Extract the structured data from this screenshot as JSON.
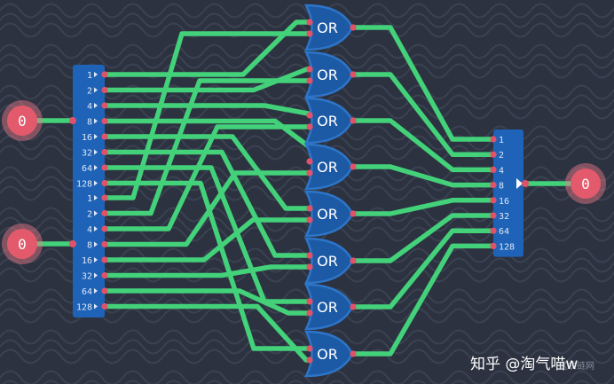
{
  "colors": {
    "background": "#2c3240",
    "pattern": "#3a4150",
    "wire": "#43d17a",
    "gate_fill": "#1d5aa6",
    "gate_stroke": "#2d75c8",
    "bus_fill": "#1e63b8",
    "pin": "#e0526a",
    "io_fill": "#e35a6c",
    "io_ring": "#f07c8a"
  },
  "input_a": {
    "value": "0"
  },
  "input_b": {
    "value": "0"
  },
  "output": {
    "value": "0"
  },
  "split_a": {
    "bits": [
      "1",
      "2",
      "4",
      "8",
      "16",
      "32",
      "64",
      "128"
    ]
  },
  "split_b": {
    "bits": [
      "1",
      "2",
      "4",
      "8",
      "16",
      "32",
      "64",
      "128"
    ]
  },
  "merge": {
    "bits": [
      "1",
      "2",
      "4",
      "8",
      "16",
      "32",
      "64",
      "128"
    ]
  },
  "gates": [
    "OR",
    "OR",
    "OR",
    "OR",
    "OR",
    "OR",
    "OR",
    "OR"
  ],
  "watermark": {
    "text": "知乎 @淘气喵w"
  },
  "corner_mark": {
    "text": "区块链网"
  }
}
